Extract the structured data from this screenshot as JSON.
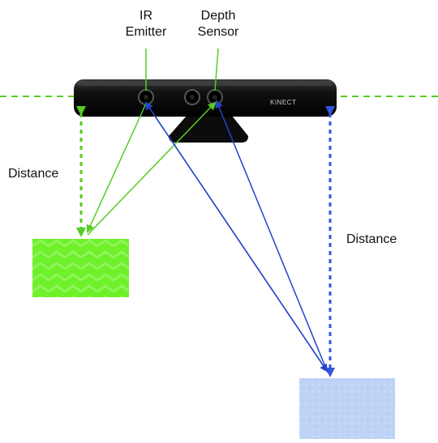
{
  "labels": {
    "ir_emitter_line1": "IR",
    "ir_emitter_line2": "Emitter",
    "depth_sensor_line1": "Depth",
    "depth_sensor_line2": "Sensor",
    "distance_left": "Distance",
    "distance_right": "Distance",
    "device_brand": "KINECT"
  },
  "colors": {
    "green": "#55cc22",
    "blue": "#2244cc",
    "dashed_blue": "#3355dd",
    "green_object": "#66ee22",
    "blue_object": "#bcd2f5",
    "sensor_body": "#1a1a1a"
  }
}
